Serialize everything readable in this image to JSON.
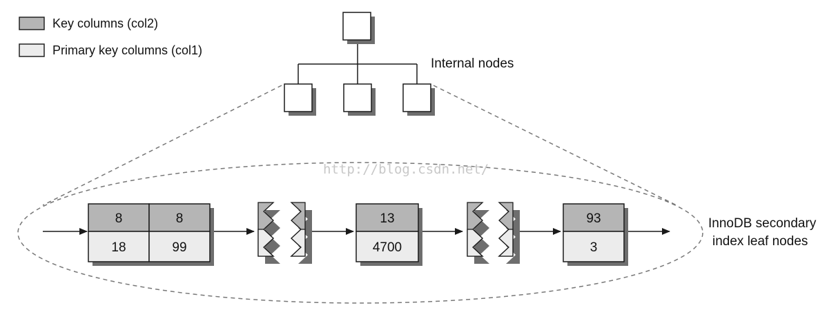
{
  "legend": {
    "key_label": "Key columns (col2)",
    "pk_label": "Primary key columns (col1)"
  },
  "labels": {
    "internal_nodes": "Internal nodes",
    "leaf_line1": "InnoDB secondary",
    "leaf_line2": "index leaf nodes",
    "watermark": "http://blog.csdn.net/"
  },
  "leaf_nodes": [
    {
      "keys": [
        "8",
        "8"
      ],
      "pks": [
        "18",
        "99"
      ]
    },
    {
      "keys": [
        "13"
      ],
      "pks": [
        "4700"
      ]
    },
    {
      "keys": [
        "93"
      ],
      "pks": [
        "3"
      ]
    }
  ],
  "colors": {
    "key_fill": "#b5b5b5",
    "pk_fill": "#ececec",
    "shadow": "#6e6e6e",
    "line": "#1a1a1a"
  }
}
